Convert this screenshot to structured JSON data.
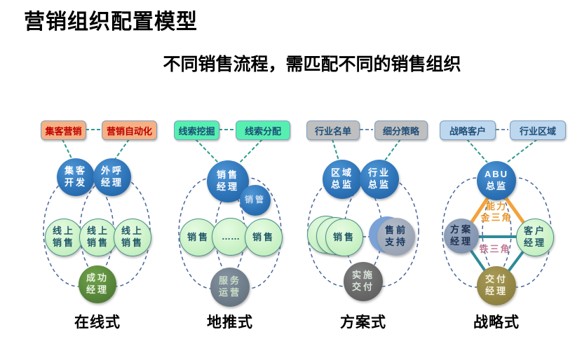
{
  "title": "营销组织配置模型",
  "subtitle": "不同销售流程，需匹配不同的销售组织",
  "columns": [
    {
      "label": "在线式",
      "boxes": [
        "集客营销",
        "营销自动化"
      ],
      "circles": [
        "集客\n开发",
        "外呼\n经理",
        "线上\n销售",
        "线上\n销售",
        "线上\n销售",
        "成功\n经理"
      ]
    },
    {
      "label": "地推式",
      "boxes": [
        "线索挖掘",
        "线索分配"
      ],
      "circles": [
        "销售\n经理",
        "销管",
        "销售",
        "……",
        "销售",
        "服务\n运营"
      ]
    },
    {
      "label": "方案式",
      "boxes": [
        "行业名单",
        "细分策略"
      ],
      "circles": [
        "区域\n总监",
        "行业\n总监",
        "销售",
        "售前\n支持",
        "实施\n交付"
      ]
    },
    {
      "label": "战略式",
      "boxes": [
        "战略客户",
        "行业区域"
      ],
      "circles": [
        "ABU\n总监",
        "方案\n经理",
        "客户\n经理",
        "交付\n经理"
      ],
      "annotations": [
        "能力\n金三角",
        "铁三角"
      ]
    }
  ],
  "colors": {
    "box_orange_fill": "#F5B183",
    "box_orange_text": "#C00000",
    "box_mint_fill": "#55F0B0",
    "box_gray_fill": "#BFBFBF",
    "box_blue_fill": "#BDD7EE",
    "box_text_blue": "#1F4E79",
    "circle_blue": "#2E74B8",
    "circle_light_green": "#C6F0C2",
    "circle_dark_green": "#4E7A33",
    "circle_slate_gray": "#66737F",
    "circle_dark_gray": "#5F5F5F",
    "circle_steel_blue": "#7E91AD",
    "circle_olive": "#8C7E3E",
    "triangle_orange": "#F2A33C",
    "triangle_teal": "#2E8B99",
    "dashed_teal": "#2E9B8F",
    "dashed_navy": "#48659B",
    "annot_orange": "#E8982E",
    "annot_rose": "#C07C97"
  }
}
